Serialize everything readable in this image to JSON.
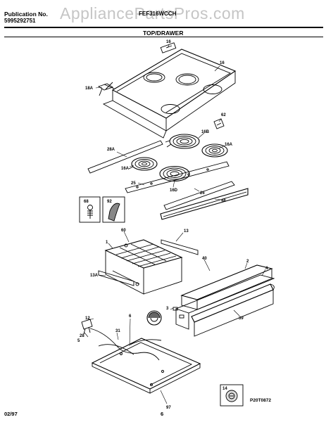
{
  "header": {
    "publication_label": "Publication No.",
    "publication_number": "5995292751",
    "model": "FEF316WCCH",
    "section_title": "TOP/DRAWER",
    "watermark": "AppliancePartsPros.com"
  },
  "footer": {
    "date": "02/97",
    "page_number": "6",
    "figure_code": "P20T0872"
  },
  "callouts": {
    "c16top": "16",
    "c16": "16",
    "c18a": "18A",
    "c62": "62",
    "c16b": "16B",
    "c28a": "28A",
    "c16a_right": "16A",
    "c16a_left": "16A",
    "c25": "25",
    "c16d": "16D",
    "c26": "26",
    "c48": "48",
    "c68": "68",
    "c92": "92",
    "c60": "60",
    "c13": "13",
    "c1": "1",
    "c13a": "13A",
    "c40": "40",
    "c2": "2",
    "c4": "4",
    "c39": "39",
    "c3": "3",
    "c12": "12",
    "c6": "6",
    "c31": "31",
    "c28": "28",
    "c5": "5",
    "c97": "97",
    "c14": "14"
  }
}
